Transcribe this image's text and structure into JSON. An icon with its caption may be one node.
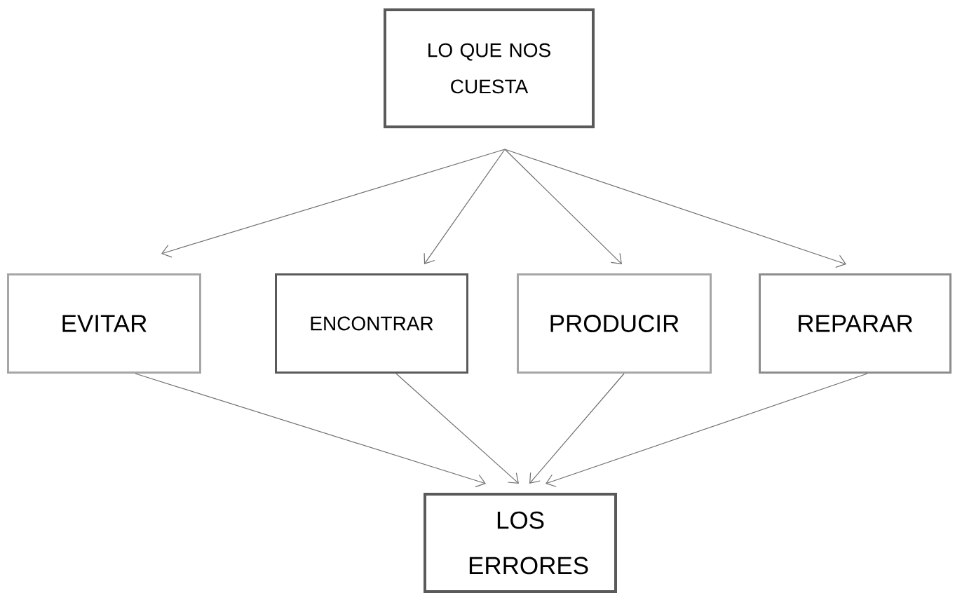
{
  "diagram": {
    "nodes": [
      {
        "text": [
          "LO QUE NOS CUESTA"
        ]
      },
      {
        "text": [
          "EVITAR"
        ]
      },
      {
        "text": [
          "ENCONTRAR"
        ]
      },
      {
        "text": [
          "PRODUCIR"
        ]
      },
      {
        "text": [
          "REPARAR"
        ]
      },
      {
        "text": [
          "LOS ERRORES"
        ]
      }
    ],
    "edges": [
      {
        "from": 0,
        "to": 1,
        "arrow": "to"
      },
      {
        "from": 0,
        "to": 2,
        "arrow": "to"
      },
      {
        "from": 0,
        "to": 3,
        "arrow": "to"
      },
      {
        "from": 0,
        "to": 4,
        "arrow": "to"
      },
      {
        "from": 1,
        "to": 5,
        "arrow": "to"
      },
      {
        "from": 2,
        "to": 5,
        "arrow": "to"
      },
      {
        "from": 3,
        "to": 5,
        "arrow": "to"
      },
      {
        "from": 4,
        "to": 5,
        "arrow": "to"
      }
    ]
  }
}
